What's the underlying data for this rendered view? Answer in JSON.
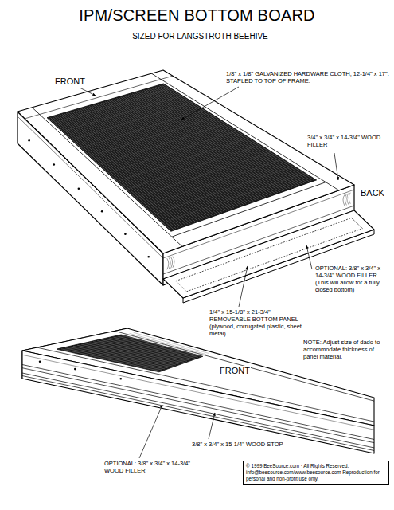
{
  "diagram": {
    "title": "IPM/SCREEN BOTTOM BOARD",
    "nodes": [
      {
        "text": [
          "© 1999 BeeSource.com · All Rights Reserved. info@beesource.com/www.beesource.com Reproduction for personal and non-profit use only."
        ]
      }
    ],
    "labels": [
      "SIZED FOR LANGSTROTH BEEHIVE",
      "FRONT",
      "1/8\" x 1/8\" GALVANIZED HARDWARE CLOTH, 12-1/4\" x 17\". STAPLED TO TOP OF FRAME.",
      "3/4\" x 3/4\" x 14-3/4\" WOOD FILLER",
      "BACK",
      "OPTIONAL: 3/8\" x 3/4\" x 14-3/4\" WOOD FILLER (This will allow for a fully closed bottom)",
      "1/4\" x 15-1/8\" x 21-3/4\" REMOVEABLE BOTTOM PANEL (plywood, corrugated plastic, sheet metal)",
      "NOTE: Adjust size of dado to accommodate thickness of panel material.",
      "FRONT",
      "3/8\" x 3/4\" x 15-1/4\" WOOD STOP",
      "OPTIONAL: 3/8\" x 3/4\" x 14-3/4\" WOOD FILLER"
    ]
  }
}
